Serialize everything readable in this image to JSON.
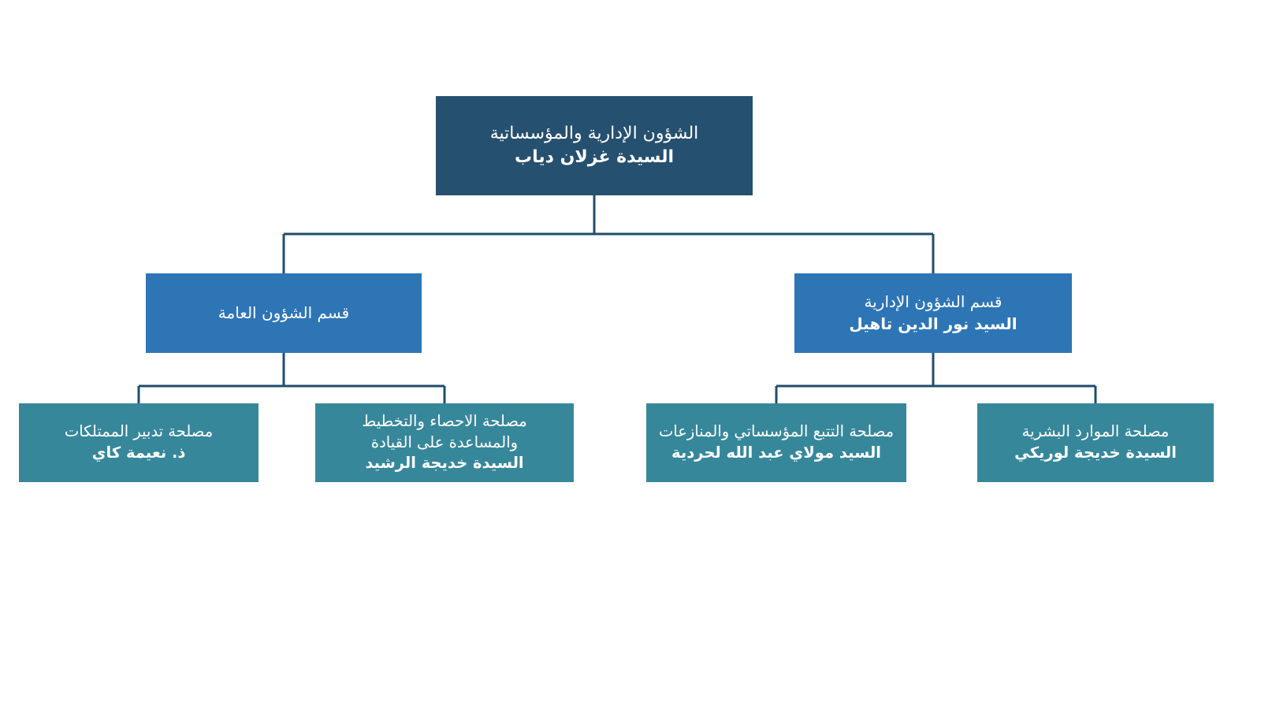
{
  "org_chart": {
    "type": "org-chart",
    "language": "ar",
    "direction": "rtl",
    "colors": {
      "root_fill": "#26506F",
      "division_fill": "#2E75B6",
      "service_fill": "#37879B",
      "connector": "#1F4E6B",
      "text": "#FFFFFF",
      "background": "#FFFFFF"
    },
    "nodes": {
      "root": {
        "title": "الشؤون الإدارية والمؤسساتية",
        "name": "السيدة غزلان دياب"
      },
      "division_general": {
        "title": "قسم الشؤون العامة",
        "name": ""
      },
      "division_admin": {
        "title": "قسم الشؤون الإدارية",
        "name": "السيد نور الدين تاهيل"
      },
      "service_property": {
        "title": "مصلحة تدبير الممتلكات",
        "name": "ذ. نعيمة كاي"
      },
      "service_statistics": {
        "title": "مصلحة الاحصاء والتخطيط والمساعدة على القيادة",
        "name": "السيدة خديجة الرشيد"
      },
      "service_monitoring": {
        "title": "مصلحة التتبع المؤسساتي والمنازعات",
        "name": "السيد مولاي عبد الله لحردية"
      },
      "service_hr": {
        "title": "مصلحة الموارد البشرية",
        "name": "السيدة خديجة لوريكي"
      }
    },
    "edges": [
      {
        "from": "root",
        "to": "division_general"
      },
      {
        "from": "root",
        "to": "division_admin"
      },
      {
        "from": "division_general",
        "to": "service_property"
      },
      {
        "from": "division_general",
        "to": "service_statistics"
      },
      {
        "from": "division_admin",
        "to": "service_monitoring"
      },
      {
        "from": "division_admin",
        "to": "service_hr"
      }
    ]
  }
}
